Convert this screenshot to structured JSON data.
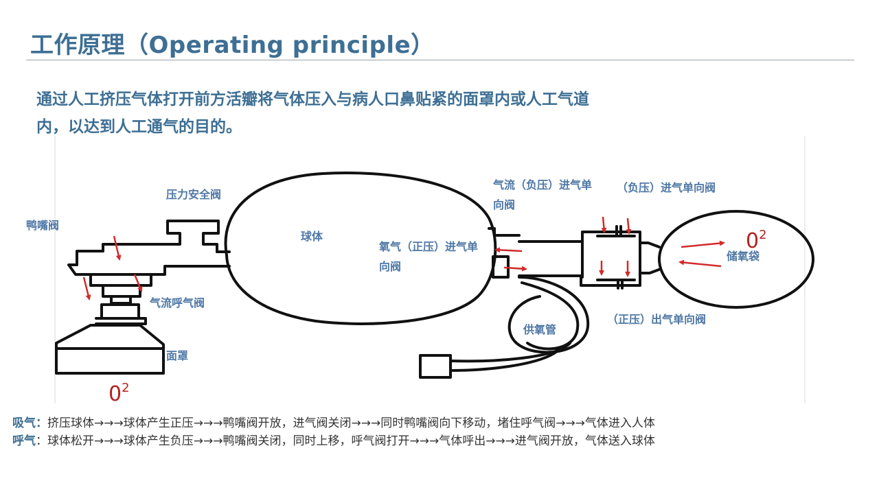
{
  "title": "工作原理（Operating principle）",
  "intro": {
    "line1": "通过人工挤压气体打开前方活瓣将气体压入与病人口鼻贴紧的面罩内或人工气道",
    "line2": "内，以达到人工通气的目的。"
  },
  "labels": {
    "duckbill_valve": "鸭嘴阀",
    "pressure_safety_valve": "压力安全阀",
    "bulb": "球体",
    "oxygen_inlet_valve_l1": "氧气（正压）进气单",
    "oxygen_inlet_valve_l2": "向阀",
    "airflow_inlet_valve_l1": "气流（负压）进气单",
    "airflow_inlet_valve_l2": "向阀",
    "negative_inlet_valve": "（负压）进气单向阀",
    "reservoir_bag": "储氧袋",
    "exhale_valve": "气流呼气阀",
    "oxygen_tube": "供氧管",
    "positive_outlet_valve": "（正压）出气单向阀",
    "mask": "面罩",
    "o2_base": "0",
    "o2_sup": "2"
  },
  "process": {
    "inhale_label": "吸气：",
    "inhale_text": "挤压球体→→→球体产生正压→→→鸭嘴阀开放，进气阀关闭→→→同时鸭嘴阀向下移动，堵住呼气阀→→→气体进入人体",
    "exhale_label": "呼气",
    "exhale_text": "：球体松开→→→球体产生负压→→→鸭嘴阀关闭，同时上移，呼气阀打开→→→气体呼出→→→进气阀开放，气体送入球体"
  },
  "colors": {
    "title": "#3e6f94",
    "label": "#4f78a6",
    "arrow": "#d22a2a",
    "line": "#111111"
  }
}
